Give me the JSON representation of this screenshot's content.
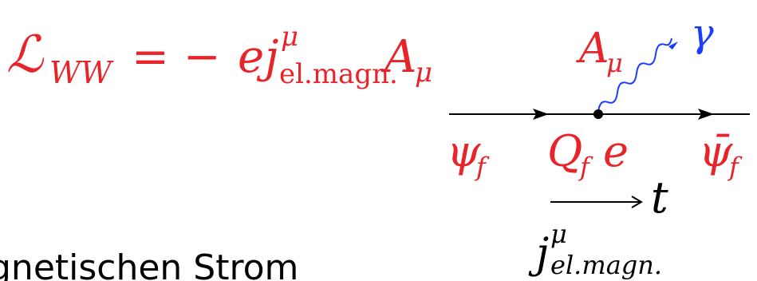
{
  "colors": {
    "formula": "#e8242b",
    "photon": "#1a3cff",
    "ink": "#000000"
  },
  "lagrangian": {
    "lhs_script": "ℒ",
    "lhs_sub": "WW",
    "eq": "= −",
    "e": "e",
    "j": "j",
    "j_sup": "μ",
    "j_sub": "el.magn.",
    "A": "A",
    "A_sub": "μ"
  },
  "diagram": {
    "field_in": "ψ",
    "field_in_sub": "f",
    "charge": "Q",
    "charge_sub": "f",
    "coupling_e": "e",
    "field_out": "ψ̄",
    "field_out_sub": "f",
    "photon_field": "A",
    "photon_field_sub": "μ",
    "photon_symbol": "γ",
    "time_label": "t",
    "current_j": "j",
    "current_sup": "μ",
    "current_sub": "el.magn."
  },
  "footer_text": "gnetischen Strom"
}
